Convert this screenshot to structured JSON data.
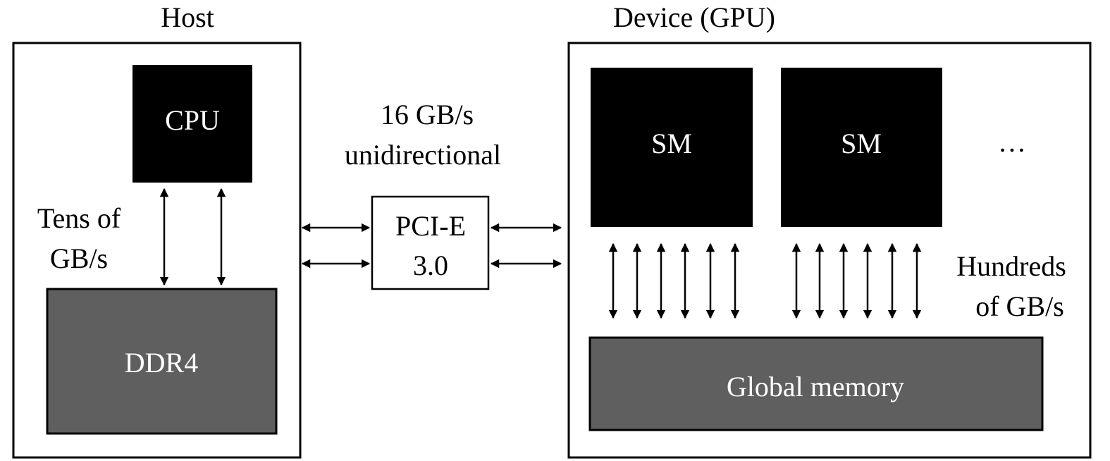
{
  "host": {
    "title": "Host",
    "cpu_label": "CPU",
    "memory_label": "DDR4",
    "bandwidth_line1": "Tens of",
    "bandwidth_line2": "GB/s"
  },
  "interconnect": {
    "bandwidth_line1": "16 GB/s",
    "bandwidth_line2": "unidirectional",
    "bus_line1": "PCI-E",
    "bus_line2": "3.0"
  },
  "device": {
    "title": "Device (GPU)",
    "sm_labels": [
      "SM",
      "SM"
    ],
    "ellipsis": "…",
    "memory_label": "Global memory",
    "bandwidth_line1": "Hundreds",
    "bandwidth_line2": "of GB/s"
  },
  "colors": {
    "processor_fill": "#000000",
    "memory_fill": "#5f5f5f",
    "stroke": "#000000"
  }
}
